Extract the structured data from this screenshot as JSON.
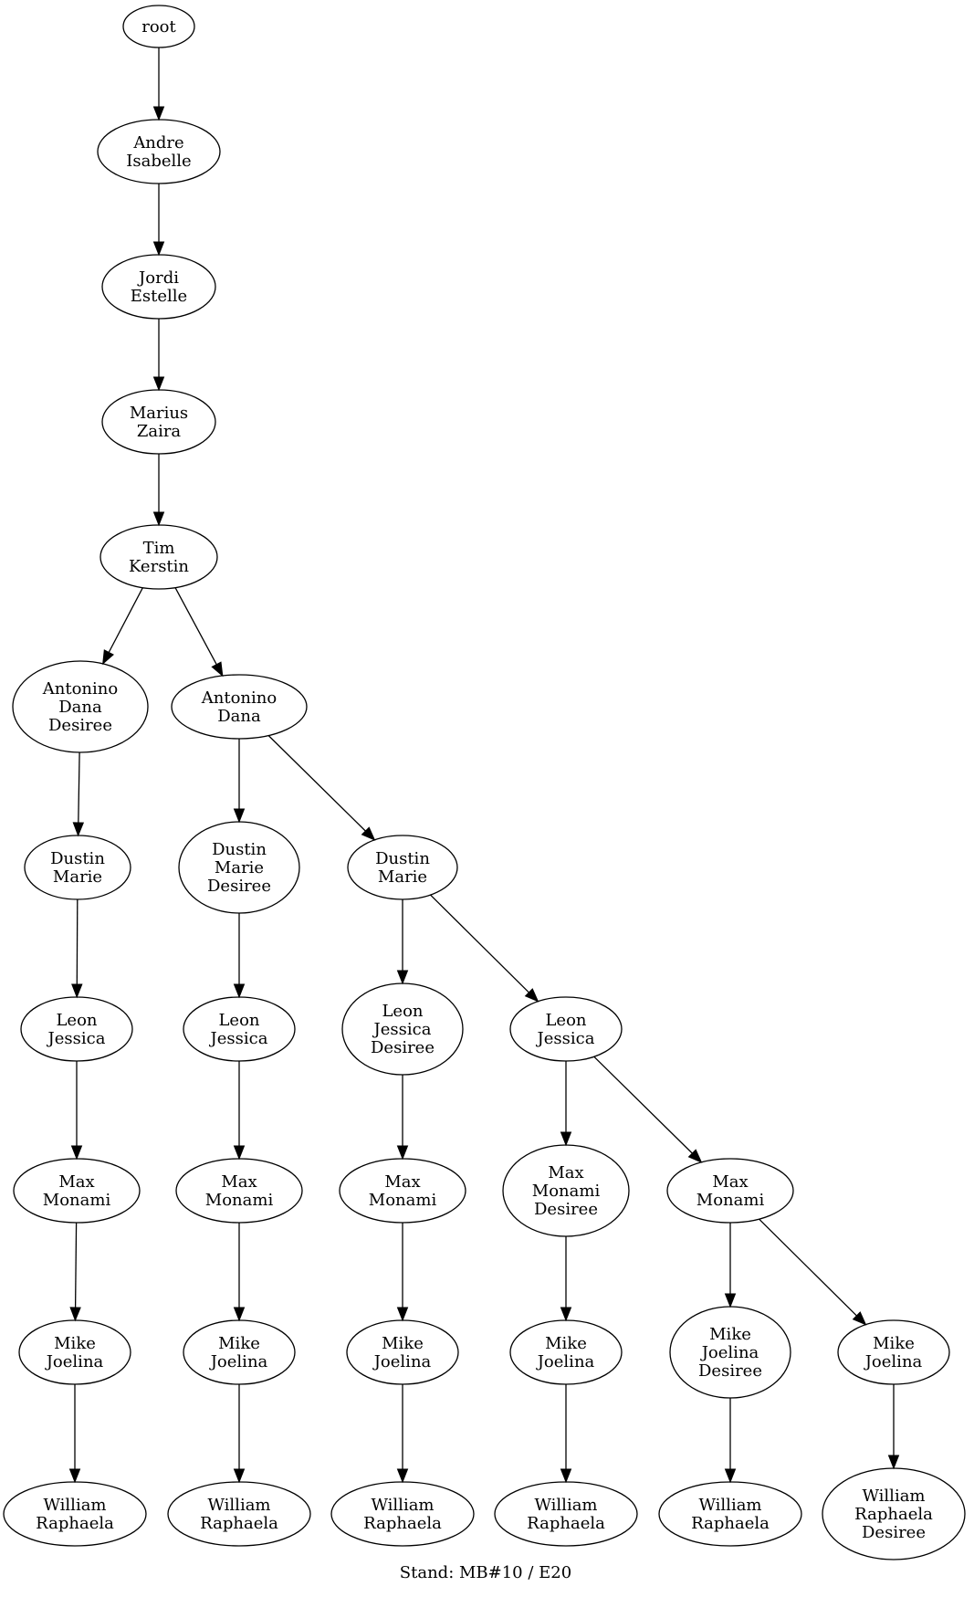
{
  "caption": "Stand: MB#10 / E20",
  "nodes": [
    {
      "id": "n0",
      "lines": [
        "root"
      ]
    },
    {
      "id": "n1",
      "lines": [
        "Andre",
        "Isabelle"
      ]
    },
    {
      "id": "n2",
      "lines": [
        "Jordi",
        "Estelle"
      ]
    },
    {
      "id": "n3",
      "lines": [
        "Marius",
        "Zaira"
      ]
    },
    {
      "id": "n4",
      "lines": [
        "Tim",
        "Kerstin"
      ]
    },
    {
      "id": "n5",
      "lines": [
        "Antonino",
        "Dana",
        "Desiree"
      ]
    },
    {
      "id": "n6",
      "lines": [
        "Antonino",
        "Dana"
      ]
    },
    {
      "id": "n7",
      "lines": [
        "Dustin",
        "Marie"
      ]
    },
    {
      "id": "n8",
      "lines": [
        "Dustin",
        "Marie",
        "Desiree"
      ]
    },
    {
      "id": "n9",
      "lines": [
        "Dustin",
        "Marie"
      ]
    },
    {
      "id": "n10",
      "lines": [
        "Leon",
        "Jessica"
      ]
    },
    {
      "id": "n11",
      "lines": [
        "Leon",
        "Jessica"
      ]
    },
    {
      "id": "n12",
      "lines": [
        "Leon",
        "Jessica",
        "Desiree"
      ]
    },
    {
      "id": "n13",
      "lines": [
        "Leon",
        "Jessica"
      ]
    },
    {
      "id": "n14",
      "lines": [
        "Max",
        "Monami"
      ]
    },
    {
      "id": "n15",
      "lines": [
        "Max",
        "Monami"
      ]
    },
    {
      "id": "n16",
      "lines": [
        "Max",
        "Monami"
      ]
    },
    {
      "id": "n17",
      "lines": [
        "Max",
        "Monami",
        "Desiree"
      ]
    },
    {
      "id": "n18",
      "lines": [
        "Max",
        "Monami"
      ]
    },
    {
      "id": "n19",
      "lines": [
        "Mike",
        "Joelina"
      ]
    },
    {
      "id": "n20",
      "lines": [
        "Mike",
        "Joelina"
      ]
    },
    {
      "id": "n21",
      "lines": [
        "Mike",
        "Joelina"
      ]
    },
    {
      "id": "n22",
      "lines": [
        "Mike",
        "Joelina"
      ]
    },
    {
      "id": "n23",
      "lines": [
        "Mike",
        "Joelina",
        "Desiree"
      ]
    },
    {
      "id": "n24",
      "lines": [
        "Mike",
        "Joelina"
      ]
    },
    {
      "id": "n25",
      "lines": [
        "William",
        "Raphaela"
      ]
    },
    {
      "id": "n26",
      "lines": [
        "William",
        "Raphaela"
      ]
    },
    {
      "id": "n27",
      "lines": [
        "William",
        "Raphaela"
      ]
    },
    {
      "id": "n28",
      "lines": [
        "William",
        "Raphaela"
      ]
    },
    {
      "id": "n29",
      "lines": [
        "William",
        "Raphaela"
      ]
    },
    {
      "id": "n30",
      "lines": [
        "William",
        "Raphaela",
        "Desiree"
      ]
    }
  ],
  "edges": [
    [
      "n0",
      "n1"
    ],
    [
      "n1",
      "n2"
    ],
    [
      "n2",
      "n3"
    ],
    [
      "n3",
      "n4"
    ],
    [
      "n4",
      "n5"
    ],
    [
      "n4",
      "n6"
    ],
    [
      "n5",
      "n7"
    ],
    [
      "n6",
      "n8"
    ],
    [
      "n6",
      "n9"
    ],
    [
      "n7",
      "n10"
    ],
    [
      "n8",
      "n11"
    ],
    [
      "n9",
      "n12"
    ],
    [
      "n9",
      "n13"
    ],
    [
      "n10",
      "n14"
    ],
    [
      "n11",
      "n15"
    ],
    [
      "n12",
      "n16"
    ],
    [
      "n13",
      "n17"
    ],
    [
      "n13",
      "n18"
    ],
    [
      "n14",
      "n19"
    ],
    [
      "n15",
      "n20"
    ],
    [
      "n16",
      "n21"
    ],
    [
      "n17",
      "n22"
    ],
    [
      "n18",
      "n23"
    ],
    [
      "n18",
      "n24"
    ],
    [
      "n19",
      "n25"
    ],
    [
      "n20",
      "n26"
    ],
    [
      "n21",
      "n27"
    ],
    [
      "n22",
      "n28"
    ],
    [
      "n23",
      "n29"
    ],
    [
      "n24",
      "n30"
    ]
  ]
}
